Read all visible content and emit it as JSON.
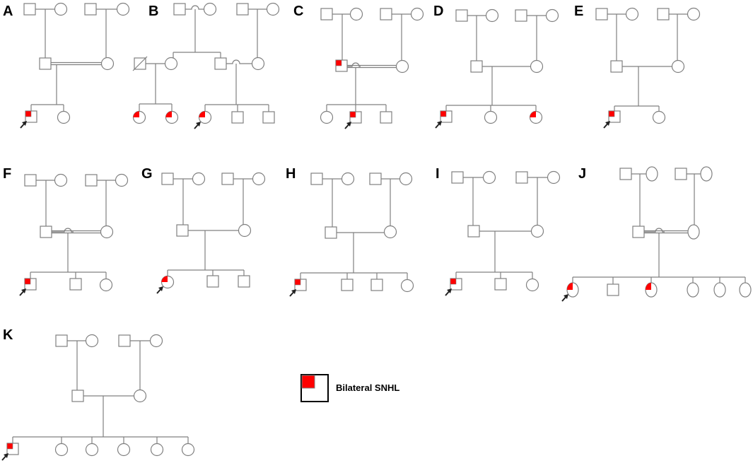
{
  "colors": {
    "line": "#808080",
    "affected": "#ff0000",
    "arrow": "#222222",
    "legend_border": "#000000"
  },
  "panels": [
    {
      "label": "A"
    },
    {
      "label": "B"
    },
    {
      "label": "C"
    },
    {
      "label": "D"
    },
    {
      "label": "E"
    },
    {
      "label": "F"
    },
    {
      "label": "G"
    },
    {
      "label": "H"
    },
    {
      "label": "I"
    },
    {
      "label": "J"
    },
    {
      "label": "K"
    }
  ],
  "legend": {
    "label": "Bilateral SNHL",
    "icon": "affected-quadrant-square-icon"
  }
}
